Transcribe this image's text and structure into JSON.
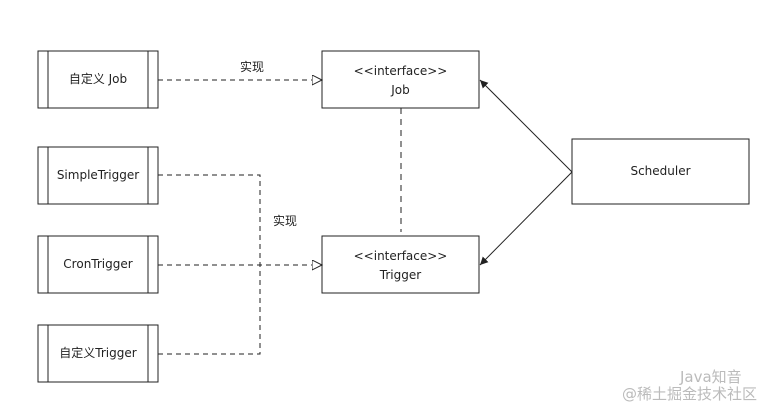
{
  "classes": [
    {
      "id": "custom-job",
      "label": "自定义 Job"
    },
    {
      "id": "simple-trigger",
      "label": "SimpleTrigger"
    },
    {
      "id": "cron-trigger",
      "label": "CronTrigger"
    },
    {
      "id": "custom-trigger",
      "label": "自定义Trigger"
    }
  ],
  "interfaces": [
    {
      "id": "job",
      "stereotype": "<<interface>>",
      "name": "Job"
    },
    {
      "id": "trigger",
      "stereotype": "<<interface>>",
      "name": "Trigger"
    }
  ],
  "scheduler": {
    "label": "Scheduler"
  },
  "edges": {
    "job_realization_label": "实现",
    "trigger_realization_label": "实现"
  },
  "watermark": {
    "line1": "Java知音",
    "line2": "@稀土掘金技术社区"
  },
  "colors": {
    "stroke": "#222222",
    "background": "#ffffff",
    "watermark": "#bbbbbb"
  }
}
